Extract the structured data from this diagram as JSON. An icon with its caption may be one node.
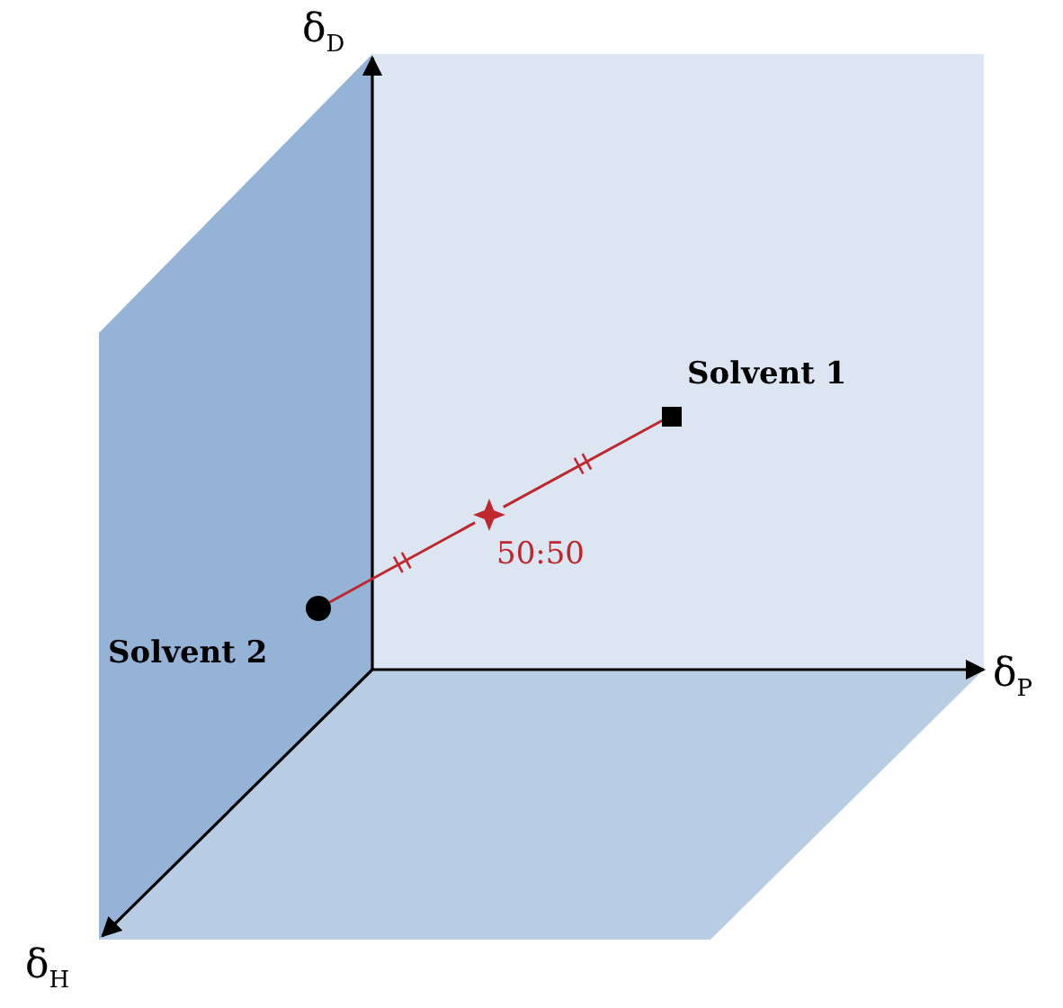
{
  "diagram": {
    "nodes": [
      {
        "text": [
          "Solvent 1"
        ]
      },
      {
        "text": [
          "Solvent 2"
        ]
      },
      {
        "text": [
          "50:50"
        ]
      }
    ],
    "edges": [
      {
        "from": 1,
        "to": 2,
        "arrow": "none",
        "color": "#c0272d"
      },
      {
        "from": 2,
        "to": 0,
        "arrow": "none",
        "color": "#c0272d"
      }
    ],
    "labels": [
      "δ$_{D}$",
      "δ$_{P}$",
      "δ$_{H}$"
    ]
  }
}
